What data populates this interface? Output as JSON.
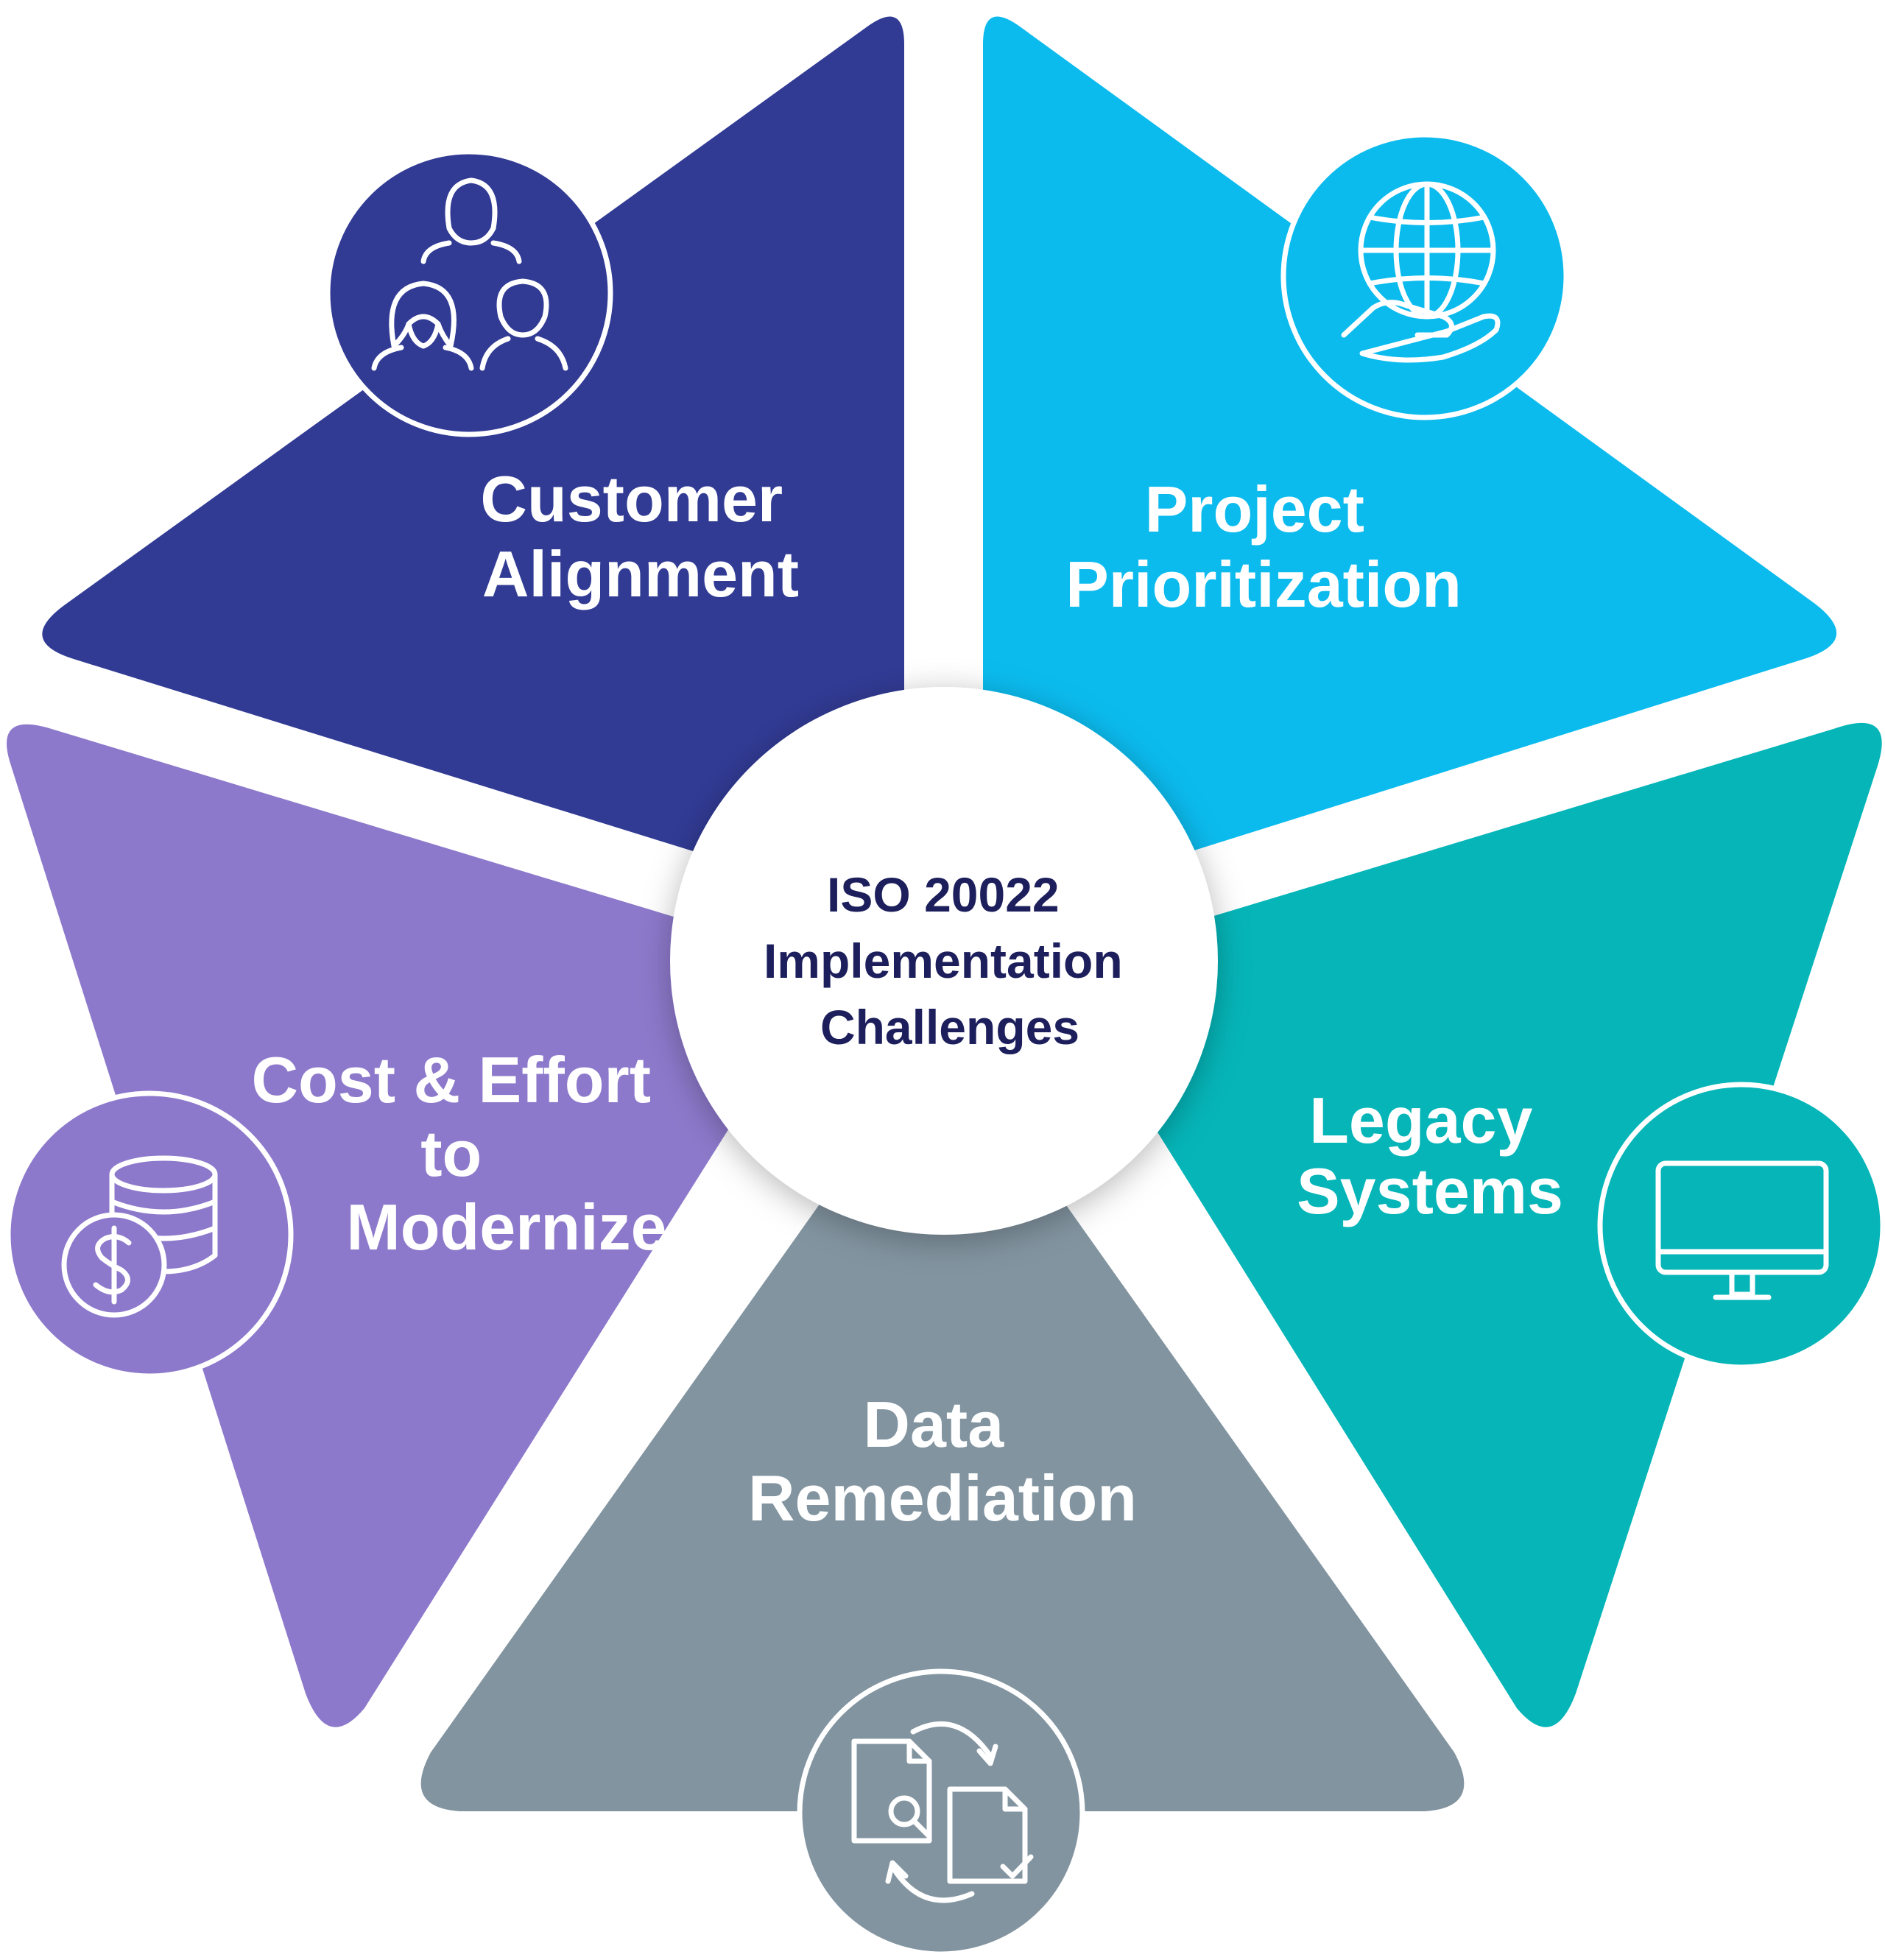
{
  "hub": {
    "lines": [
      "ISO 20022",
      "Implementation",
      "Challenges"
    ]
  },
  "segments": [
    {
      "key": "customer_alignment",
      "lines": [
        "Customer",
        "Alignment"
      ],
      "color": "#313b94",
      "icon": "people-group-icon"
    },
    {
      "key": "project_prioritization",
      "lines": [
        "Project",
        "Prioritization"
      ],
      "color": "#0bbbee",
      "icon": "globe-in-hand-icon"
    },
    {
      "key": "legacy_systems",
      "lines": [
        "Legacy",
        "Systems"
      ],
      "color": "#05b5b8",
      "icon": "computer-monitor-icon"
    },
    {
      "key": "data_remediation",
      "lines": [
        "Data",
        "Remediation"
      ],
      "color": "#8294a0",
      "icon": "document-sync-icon"
    },
    {
      "key": "cost_effort",
      "lines": [
        "Cost & Effort",
        "to",
        "Modernize"
      ],
      "color": "#8d79cb",
      "icon": "coins-dollar-icon"
    }
  ]
}
